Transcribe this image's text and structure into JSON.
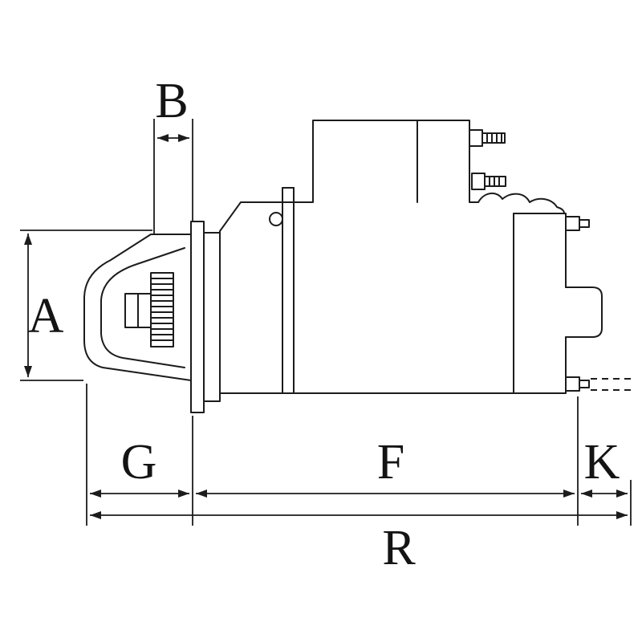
{
  "page": {
    "background_color": "#ffffff"
  },
  "drawing": {
    "type": "technical-dimension-diagram",
    "subject": "starter-motor-side-view",
    "line_color": "#1c1c1c",
    "label_color": "#141414"
  },
  "dimensions": {
    "A": {
      "label": "A",
      "orientation": "vertical"
    },
    "B": {
      "label": "B",
      "orientation": "horizontal"
    },
    "G": {
      "label": "G",
      "orientation": "horizontal"
    },
    "F": {
      "label": "F",
      "orientation": "horizontal"
    },
    "K": {
      "label": "K",
      "orientation": "horizontal"
    },
    "R": {
      "label": "R",
      "orientation": "horizontal"
    }
  }
}
